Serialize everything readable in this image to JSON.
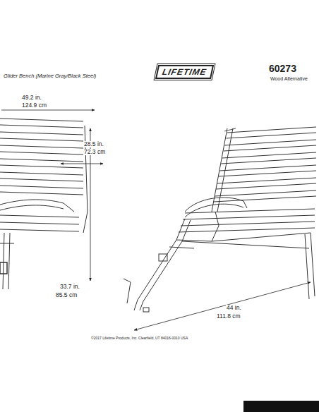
{
  "diagram": {
    "title": "Glider Bench (Marine Gray/Black Steel)",
    "nodes": [
      {
        "text": [
          "LIFETIME"
        ]
      }
    ],
    "labels": [
      "60273",
      "Wood Alternative",
      "49.2 in.",
      "124.9 cm",
      "28.5 in.",
      "72.3 cm",
      "33.7 in.",
      "85.5 cm",
      "44 in.",
      "111.8 cm",
      "©2017 Lifetime Products, Inc. Clearfield, UT 84016-0010 USA"
    ]
  }
}
